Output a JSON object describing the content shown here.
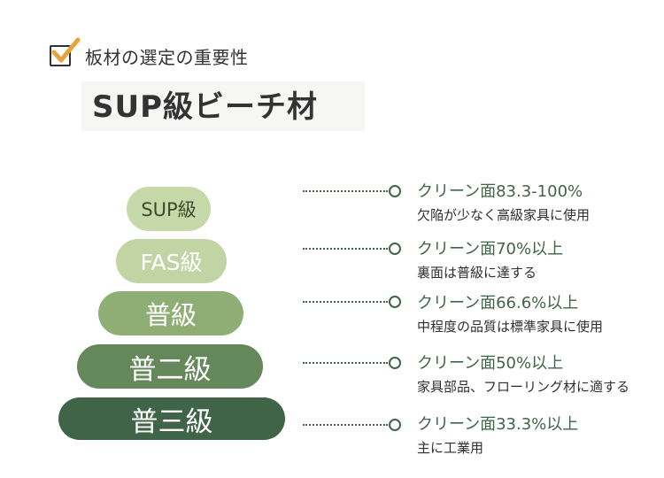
{
  "header": {
    "subtitle": "板材の選定の重要性",
    "title": "SUP級ビーチ材"
  },
  "tiers": [
    {
      "label": "SUP級"
    },
    {
      "label": "FAS級"
    },
    {
      "label": "普級"
    },
    {
      "label": "普二級"
    },
    {
      "label": "普三級"
    }
  ],
  "details": [
    {
      "head": "クリーン面83.3-100%",
      "desc": "欠陥が少なく高級家具に使用"
    },
    {
      "head": "クリーン面70%以上",
      "desc": "裏面は普級に達する"
    },
    {
      "head": "クリーン面66.6%以上",
      "desc": "中程度の品質は標準家具に使用"
    },
    {
      "head": "クリーン面50%以上",
      "desc": "家具部品、フローリング材に適する"
    },
    {
      "head": "クリーン面33.3%以上",
      "desc": "主に工業用"
    }
  ],
  "colors": {
    "accent_dark": "#3f6447",
    "check_orange": "#e8a33a"
  }
}
